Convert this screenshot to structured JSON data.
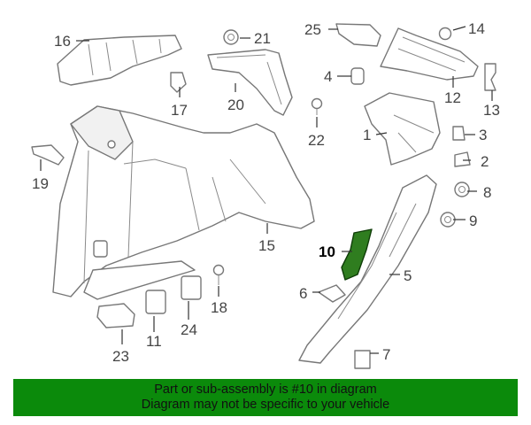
{
  "callouts": {
    "c1": "1",
    "c2": "2",
    "c3": "3",
    "c4": "4",
    "c5": "5",
    "c6": "6",
    "c7": "7",
    "c8": "8",
    "c9": "9",
    "c10": "10",
    "c11": "11",
    "c12": "12",
    "c13": "13",
    "c14": "14",
    "c15": "15",
    "c16": "16",
    "c17": "17",
    "c18": "18",
    "c19": "19",
    "c20": "20",
    "c21": "21",
    "c22": "22",
    "c23": "23",
    "c24": "24",
    "c25": "25"
  },
  "highlighted_part": "10",
  "colors": {
    "highlight": "#2f7d1f",
    "banner": "#0b8a0b"
  },
  "banner": {
    "line1": "Part or sub-assembly is #10 in diagram",
    "line2": "Diagram may not be specific to your vehicle"
  }
}
